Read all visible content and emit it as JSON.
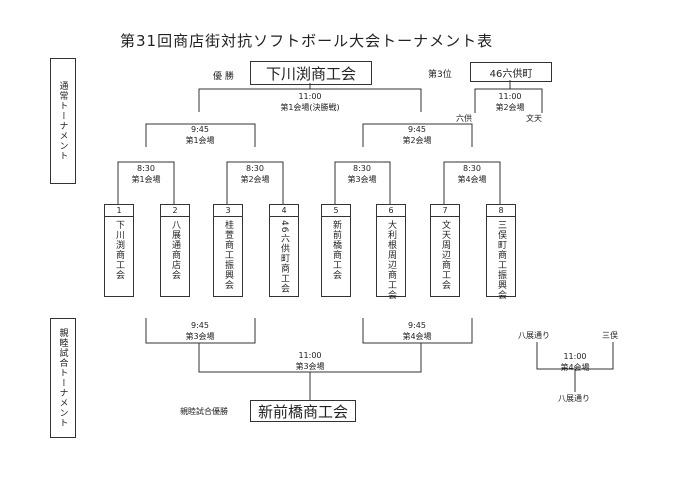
{
  "title": "第31回商店街対抗ソフトボール大会トーナメント表",
  "side_labels": {
    "main": "通常トーナメント",
    "friendly": "親睦試合トーナメント"
  },
  "champion": {
    "label": "優 勝",
    "name": "下川渕商工会"
  },
  "third_place": {
    "label": "第3位",
    "name": "46六供町"
  },
  "final": {
    "time": "11:00",
    "venue": "第1会場(決勝戦)"
  },
  "semi_left": {
    "time": "9:45",
    "venue": "第1会場"
  },
  "semi_right": {
    "time": "9:45",
    "venue": "第2会場"
  },
  "quarters": [
    {
      "time": "8:30",
      "venue": "第1会場"
    },
    {
      "time": "8:30",
      "venue": "第2会場"
    },
    {
      "time": "8:30",
      "venue": "第3会場"
    },
    {
      "time": "8:30",
      "venue": "第4会場"
    }
  ],
  "third_match": {
    "time": "11:00",
    "venue": "第2会場",
    "team_a": "六供",
    "team_b": "文天"
  },
  "teams": [
    {
      "num": "1",
      "name": "下川渕商工会"
    },
    {
      "num": "2",
      "name": "八展通商店会"
    },
    {
      "num": "3",
      "name": "桂萱商工振興会"
    },
    {
      "num": "4",
      "name": "46六供町商工会"
    },
    {
      "num": "5",
      "name": "新前橋商工会"
    },
    {
      "num": "6",
      "name": "大利根周辺商工会"
    },
    {
      "num": "7",
      "name": "文天周辺商工会"
    },
    {
      "num": "8",
      "name": "三俣町商工振興会"
    }
  ],
  "friendly_left": {
    "time": "9:45",
    "venue": "第3会場"
  },
  "friendly_right": {
    "time": "9:45",
    "venue": "第4会場"
  },
  "friendly_final": {
    "time": "11:00",
    "venue": "第3会場"
  },
  "friendly_winner": {
    "label": "親睦試合優勝",
    "name": "新前橋商工会"
  },
  "small_bracket": {
    "team_a": "八展通り",
    "team_b": "三俣",
    "time": "11:00",
    "venue": "第4会場",
    "winner": "八展通り"
  }
}
